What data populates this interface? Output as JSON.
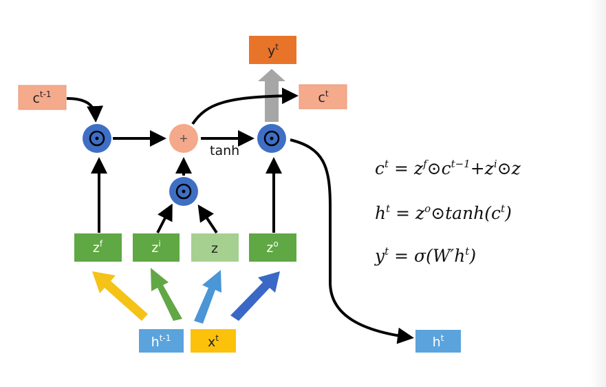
{
  "nodes": {
    "y_t": {
      "base": "y",
      "sup": "t",
      "color": "#e8742a"
    },
    "c_prev": {
      "base": "c",
      "sup": "t-1",
      "color": "#f5aa8c"
    },
    "c_t": {
      "base": "c",
      "sup": "t",
      "color": "#f5aa8c"
    },
    "z_f": {
      "base": "z",
      "sup": "f",
      "color": "#5fa843"
    },
    "z_i": {
      "base": "z",
      "sup": "i",
      "color": "#5fa843"
    },
    "z": {
      "base": "z",
      "sup": "",
      "color": "#a6d08f"
    },
    "z_o": {
      "base": "z",
      "sup": "o",
      "color": "#5fa843"
    },
    "h_prev": {
      "base": "h",
      "sup": "t-1",
      "color": "#5ba3dc"
    },
    "x_t": {
      "base": "x",
      "sup": "t",
      "color": "#fcc10a"
    },
    "h_t": {
      "base": "h",
      "sup": "t",
      "color": "#5ba3dc"
    }
  },
  "operators": {
    "multiply_symbol": "⊙",
    "add_symbol": "+",
    "multiply_color": "#3f6fc4",
    "add_color": "#f4a98a"
  },
  "tanh_label": "tanh",
  "arrow_colors": {
    "forget": "#f5c218",
    "input": "#62a746",
    "cell": "#4a96d6",
    "output": "#3a68c6",
    "output_y": "#a6a6a6"
  },
  "equations": [
    {
      "lhs": "c",
      "lhs_sup": "t",
      "rhs_parts": [
        " = z",
        "f",
        "⊙c",
        "t−1",
        "+z",
        "i",
        "⊙z"
      ]
    },
    {
      "lhs": "h",
      "lhs_sup": "t",
      "rhs_parts": [
        " = z",
        "o",
        "⊙tanh(c",
        "t",
        ")"
      ]
    },
    {
      "lhs": "y",
      "lhs_sup": "t",
      "rhs_parts": [
        " = σ(W′h",
        "t",
        ")"
      ]
    }
  ]
}
